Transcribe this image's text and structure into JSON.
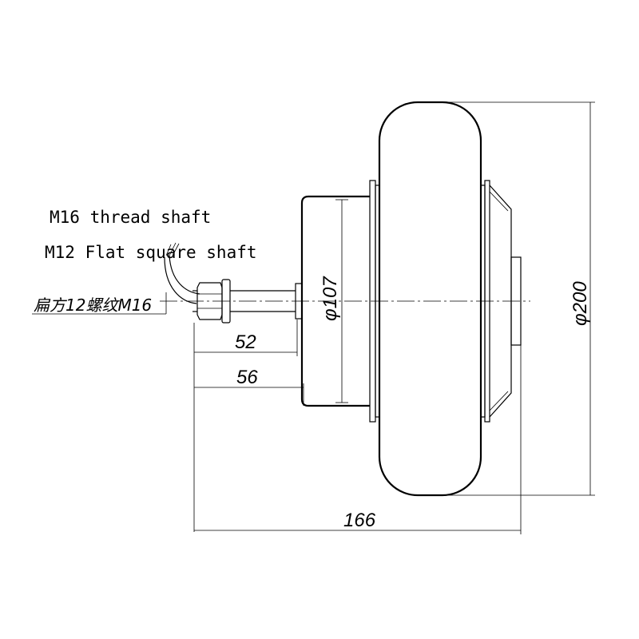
{
  "labels": {
    "thread_shaft": "M16 thread shaft",
    "flat_square_shaft": "M12 Flat square shaft",
    "chinese_note": "扁方12螺纹M16"
  },
  "dimensions": {
    "shaft_length_short": "52",
    "shaft_length_long": "56",
    "overall_width": "166",
    "hub_diameter": "φ107",
    "wheel_diameter": "φ200"
  }
}
